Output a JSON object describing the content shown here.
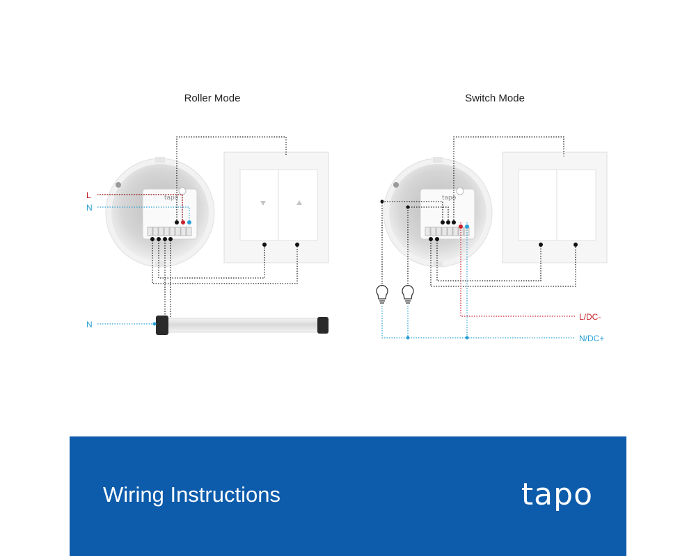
{
  "panels": {
    "roller": {
      "title": "Roller Mode"
    },
    "switch": {
      "title": "Switch Mode"
    }
  },
  "wires": {
    "roller_live": "L",
    "roller_neutral": "N",
    "roller_motor_neutral": "N",
    "switch_live": "L/DC-",
    "switch_neutral": "N/DC+"
  },
  "footer": {
    "title": "Wiring Instructions",
    "brand": "tapo"
  },
  "colors": {
    "live": "#c8202a",
    "neutral": "#2a9fd8",
    "footer": "#0d5cab"
  },
  "icons": [
    "roller-switch-up-arrow-icon",
    "roller-switch-down-arrow-icon",
    "light-bulb-icon"
  ]
}
